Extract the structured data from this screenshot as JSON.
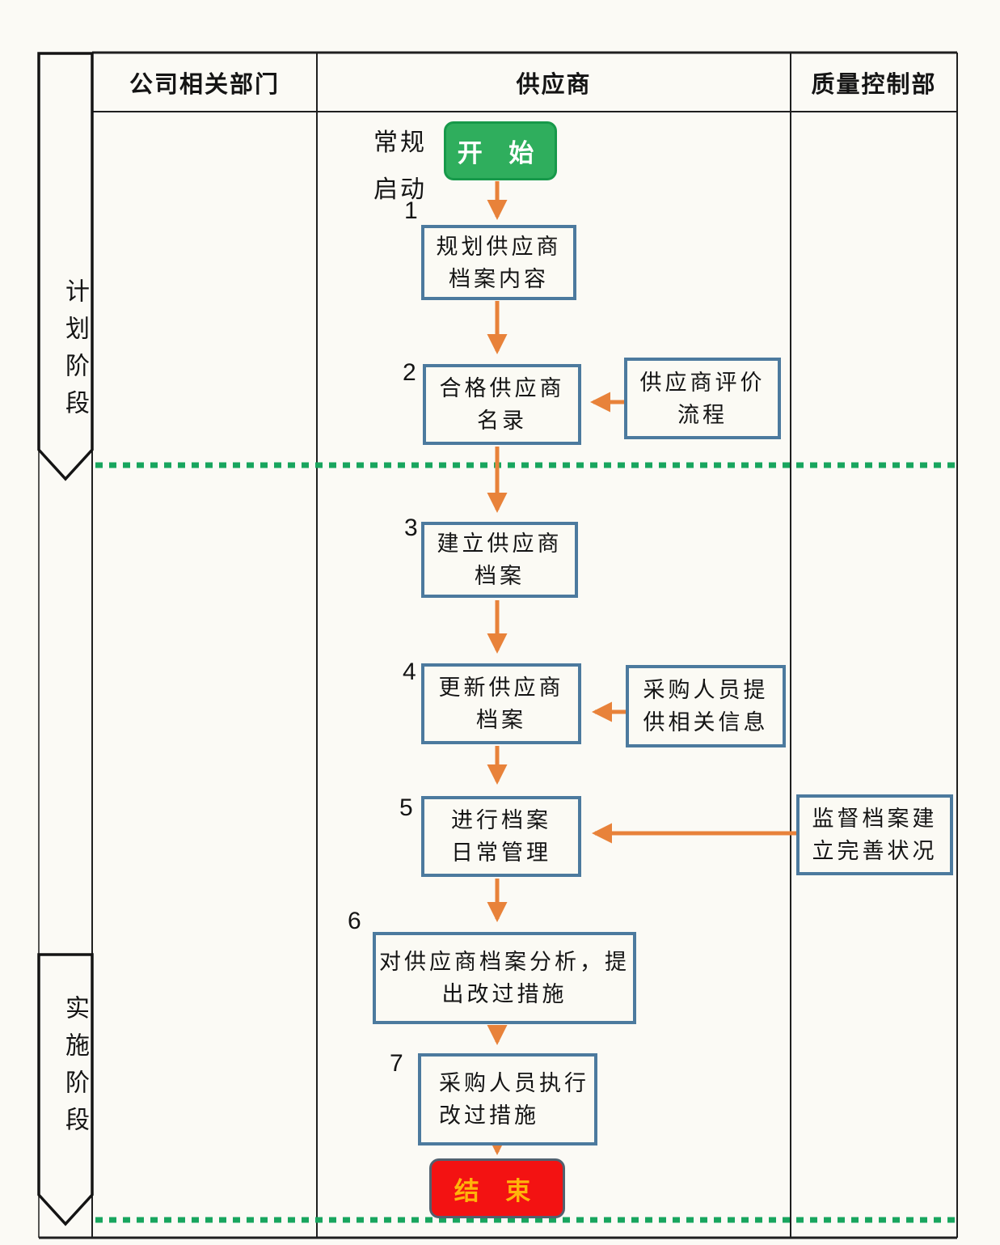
{
  "lanes": {
    "departments": "公司相关部门",
    "supplier": "供应商",
    "quality_control": "质量控制部"
  },
  "phases": [
    {
      "label": "计划阶段"
    },
    {
      "label": "实施阶段"
    }
  ],
  "trigger": {
    "lines": [
      "常规",
      "启动"
    ]
  },
  "terminators": {
    "start": "开 始",
    "end": "结 束"
  },
  "steps": [
    {
      "num": "1",
      "lines": [
        "规划供应商",
        "档案内容"
      ]
    },
    {
      "num": "2",
      "lines": [
        "合格供应商",
        "名录"
      ]
    },
    {
      "num": "3",
      "lines": [
        "建立供应商",
        "档案"
      ]
    },
    {
      "num": "4",
      "lines": [
        "更新供应商",
        "档案"
      ]
    },
    {
      "num": "5",
      "lines": [
        "进行档案",
        "日常管理"
      ]
    },
    {
      "num": "6",
      "lines": [
        "对供应商档案分析，提",
        "出改过措施"
      ]
    },
    {
      "num": "7",
      "lines": [
        "采购人员执行",
        "改过措施"
      ]
    }
  ],
  "inputs": [
    {
      "lines": [
        "供应商评价",
        "流程"
      ]
    },
    {
      "lines": [
        "采购人员提",
        "供相关信息"
      ]
    },
    {
      "lines": [
        "监督档案建",
        "立完善状况"
      ]
    }
  ],
  "colors": {
    "grid_line": "#1f1f1f",
    "box_border": "#4c7a9e",
    "arrow": "#e8823a",
    "phase_divider": "#18a55e",
    "start_fill": "#2fae5d",
    "start_text": "#ffffff",
    "end_fill": "#f31212",
    "end_text": "#ffb40a"
  }
}
